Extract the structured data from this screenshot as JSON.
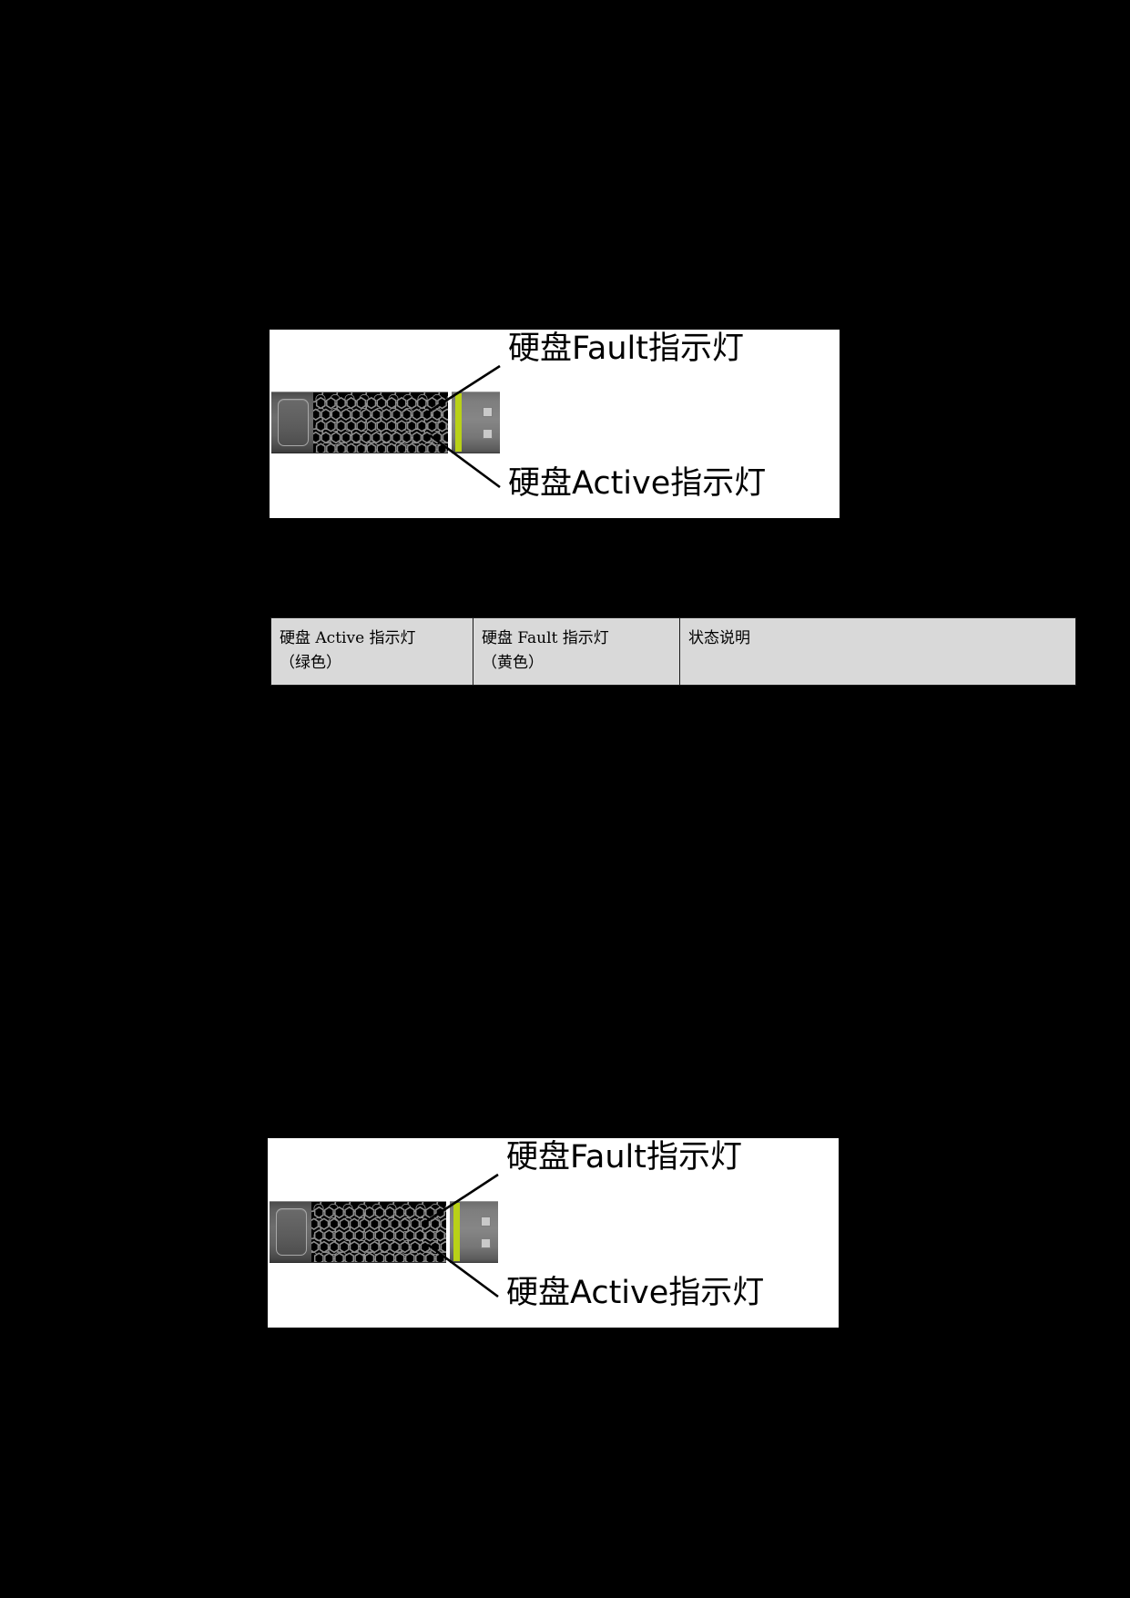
{
  "page": {
    "background_color": "#000000",
    "content_color": "#ffffff"
  },
  "figures": [
    {
      "name": "hard-disk-indicator-diagram-1",
      "labels": {
        "fault": "硬盘Fault指示灯",
        "active": "硬盘Active指示灯"
      },
      "device": {
        "type": "disk-drive-tray",
        "stripe_color": "#b9d117",
        "led_off_color": "#c9c9c9",
        "body_color": "#6d6d6d",
        "mesh_color": "#0a0a0a"
      }
    },
    {
      "name": "hard-disk-indicator-diagram-2",
      "labels": {
        "fault": "硬盘Fault指示灯",
        "active": "硬盘Active指示灯"
      },
      "device": {
        "type": "disk-drive-tray",
        "stripe_color": "#b9d117",
        "led_off_color": "#c9c9c9",
        "body_color": "#6d6d6d",
        "mesh_color": "#0a0a0a"
      }
    }
  ],
  "status_table": {
    "header_background": "#d9d9d9",
    "border_color": "#1a1a1a",
    "columns": [
      {
        "line1": "硬盘 Active 指示灯",
        "line2": "（绿色）"
      },
      {
        "line1": "硬盘 Fault 指示灯",
        "line2": "（黄色）"
      },
      {
        "line1": "状态说明",
        "line2": ""
      }
    ],
    "rows": []
  }
}
